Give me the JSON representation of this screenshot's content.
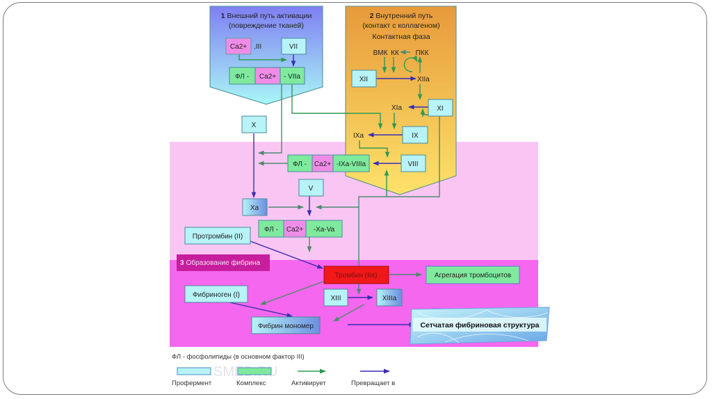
{
  "slide": {
    "sections": {
      "extrinsic": {
        "number": "1",
        "title_line1": "Внешний путь активации",
        "title_line2": "(повреждение тканей)"
      },
      "intrinsic": {
        "number": "2",
        "title_line1": "Внутренний путь",
        "title_line2": "(контакт с коллагеном)",
        "subtitle": "Контактная фаза"
      },
      "fibrin": {
        "number": "3",
        "title": "Образование фибрина"
      }
    },
    "nodes": {
      "ca_iii": {
        "ca": "Ca2+",
        "rest": ",III"
      },
      "vii": "VII",
      "complex_viia": {
        "fl": "ФЛ -",
        "ca": "Ca2+",
        "rest": "- VIIa"
      },
      "vmk": "ВМК",
      "kk": "КК",
      "pkk": "ПКК",
      "xii": "XII",
      "xiia": "XIIa",
      "xia": "XIa",
      "xi": "XI",
      "ixa": "IXa",
      "ix": "IX",
      "x": "X",
      "complex_ixa": {
        "fl": "ФЛ -",
        "ca": "Ca2+",
        "rest": "-IXa-VIIIa"
      },
      "viii": "VIII",
      "v": "V",
      "xa": "Xa",
      "complex_xa": {
        "fl": "ФЛ -",
        "ca": "Ca2+",
        "rest": "-Xa-Va"
      },
      "prothrombin": "Протромбин (II)",
      "thrombin": "Тромбин (IIa)",
      "platelet_aggregation": "Агрегация тромбоцитов",
      "fibrinogen": "Фибриноген (I)",
      "xiii": "XIII",
      "xiiia": "XIIIa",
      "fibrin_monomer": "Фибрин мономер",
      "fibrin_network": "Сетчатая фибриновая структура"
    },
    "legend": {
      "note": "ФЛ - фосфолипиды (в основном фактор III)",
      "items": [
        {
          "label": "Профермент",
          "kind": "proenzyme-box"
        },
        {
          "label": "Комплекс",
          "kind": "complex-box"
        },
        {
          "label": "Активирует",
          "kind": "green-arrow"
        },
        {
          "label": "Превращает в",
          "kind": "blue-arrow"
        }
      ],
      "watermark": "SMED.RU"
    },
    "colors": {
      "proenzyme": "#b7f3f7",
      "complex": "#7fea9e",
      "calcium": "#f08ce8",
      "thrombin": "#f01818",
      "activates": "#2e9a52",
      "converts": "#3b2cb0",
      "zone_pink": "#f9c6f4",
      "zone_magenta": "#f567ee",
      "zone_orange": "#f2b24a"
    }
  }
}
